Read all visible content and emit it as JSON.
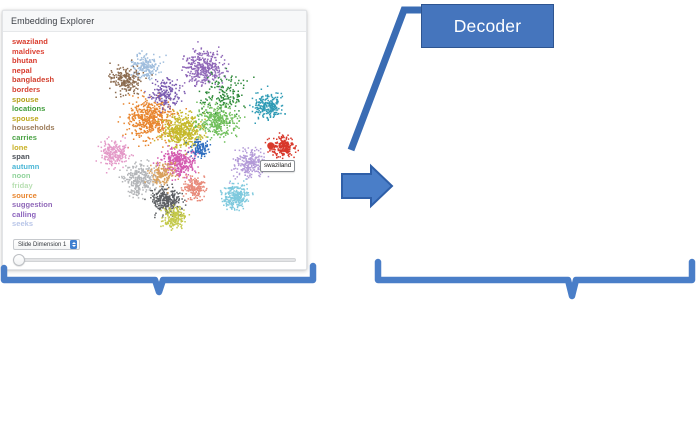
{
  "explorer": {
    "title": "Embedding Explorer",
    "words": [
      {
        "text": "swaziland",
        "color": "#d93a2b"
      },
      {
        "text": "maldives",
        "color": "#dd4234"
      },
      {
        "text": "bhutan",
        "color": "#d8392c"
      },
      {
        "text": "nepal",
        "color": "#d9382b"
      },
      {
        "text": "bangladesh",
        "color": "#d2402f"
      },
      {
        "text": "borders",
        "color": "#d64233"
      },
      {
        "text": "spouse",
        "color": "#b3a018"
      },
      {
        "text": "locations",
        "color": "#3f9c3a"
      },
      {
        "text": "spouse",
        "color": "#c0a71c"
      },
      {
        "text": "households",
        "color": "#9c7b58"
      },
      {
        "text": "carries",
        "color": "#4ba245"
      },
      {
        "text": "lone",
        "color": "#c8b025"
      },
      {
        "text": "span",
        "color": "#4a4f57"
      },
      {
        "text": "autumn",
        "color": "#49b6d6"
      },
      {
        "text": "noon",
        "color": "#8fd39a"
      },
      {
        "text": "friday",
        "color": "#b8dfb2"
      },
      {
        "text": "source",
        "color": "#e8852e"
      },
      {
        "text": "suggestion",
        "color": "#8f67b8"
      },
      {
        "text": "calling",
        "color": "#8c63bd"
      },
      {
        "text": "seeks",
        "color": "#b9c6e8"
      }
    ],
    "tooltip_label": "swaziland",
    "controls": {
      "dimension_label": "Slide Dimension 1",
      "stepper_icon": "stepper-up-down-icon",
      "slider_value": 0
    }
  },
  "diagram": {
    "decoder_label": "Decoder",
    "arrow_icon": "right-arrow-icon",
    "left_brace_icon": "curly-brace-icon",
    "right_brace_icon": "curly-brace-icon",
    "connector_icon": "diagonal-connector-line"
  },
  "colors": {
    "accent_blue": "#4575bd",
    "accent_blue_dark": "#2e5591",
    "brace_blue": "#4a7ec8"
  },
  "chart_data": {
    "type": "scatter",
    "title": "Embedding Explorer",
    "xlabel": "",
    "ylabel": "",
    "description": "t-SNE style 2D projection of word embeddings, ~6000 points colored by cluster",
    "highlighted_point": {
      "label": "swaziland",
      "color": "#d93a2b"
    },
    "clusters": [
      {
        "name": "countries-red",
        "color": "#d8372a",
        "cx": 0.905,
        "cy": 0.555,
        "n": 210,
        "spread": 0.055
      },
      {
        "name": "orange-large",
        "color": "#e8852e",
        "cx": 0.33,
        "cy": 0.42,
        "n": 520,
        "spread": 0.11
      },
      {
        "name": "purple-top",
        "color": "#8f67b8",
        "cx": 0.56,
        "cy": 0.175,
        "n": 330,
        "spread": 0.1
      },
      {
        "name": "olive-center",
        "color": "#c5b92a",
        "cx": 0.47,
        "cy": 0.48,
        "n": 420,
        "spread": 0.095
      },
      {
        "name": "green-right",
        "color": "#6fbf5b",
        "cx": 0.62,
        "cy": 0.43,
        "n": 330,
        "spread": 0.095
      },
      {
        "name": "teal-right",
        "color": "#2f9bb5",
        "cx": 0.84,
        "cy": 0.36,
        "n": 230,
        "spread": 0.07
      },
      {
        "name": "lightblue-topleft",
        "color": "#9fbddd",
        "cx": 0.305,
        "cy": 0.17,
        "n": 190,
        "spread": 0.07
      },
      {
        "name": "brown-upperleft",
        "color": "#8a6a4e",
        "cx": 0.22,
        "cy": 0.23,
        "n": 200,
        "spread": 0.075
      },
      {
        "name": "magenta-center",
        "color": "#d45bb0",
        "cx": 0.45,
        "cy": 0.64,
        "n": 330,
        "spread": 0.08
      },
      {
        "name": "pink-left",
        "color": "#e49ac8",
        "cx": 0.165,
        "cy": 0.59,
        "n": 230,
        "spread": 0.07
      },
      {
        "name": "grey-lowerleft",
        "color": "#b4b6b9",
        "cx": 0.28,
        "cy": 0.72,
        "n": 300,
        "spread": 0.08
      },
      {
        "name": "darkgrey-bottom",
        "color": "#5c5f63",
        "cx": 0.4,
        "cy": 0.82,
        "n": 280,
        "spread": 0.075
      },
      {
        "name": "yellowgreen-bottom",
        "color": "#c4c94a",
        "cx": 0.43,
        "cy": 0.905,
        "n": 190,
        "spread": 0.055
      },
      {
        "name": "cyan-bottomright",
        "color": "#7ec9dd",
        "cx": 0.7,
        "cy": 0.8,
        "n": 260,
        "spread": 0.065
      },
      {
        "name": "lavender-right",
        "color": "#b39ad8",
        "cx": 0.76,
        "cy": 0.64,
        "n": 230,
        "spread": 0.075
      },
      {
        "name": "salmon-bottom",
        "color": "#e88a7a",
        "cx": 0.52,
        "cy": 0.76,
        "n": 180,
        "spread": 0.06
      },
      {
        "name": "blue-center",
        "color": "#2f6fc0",
        "cx": 0.545,
        "cy": 0.565,
        "n": 120,
        "spread": 0.045
      },
      {
        "name": "darkgreen-spots",
        "color": "#2f8a3b",
        "cx": 0.65,
        "cy": 0.3,
        "n": 150,
        "spread": 0.11
      },
      {
        "name": "violet-mid",
        "color": "#7b5bb0",
        "cx": 0.395,
        "cy": 0.3,
        "n": 180,
        "spread": 0.08
      },
      {
        "name": "tan-mid",
        "color": "#d9a05b",
        "cx": 0.38,
        "cy": 0.69,
        "n": 170,
        "spread": 0.06
      }
    ]
  }
}
